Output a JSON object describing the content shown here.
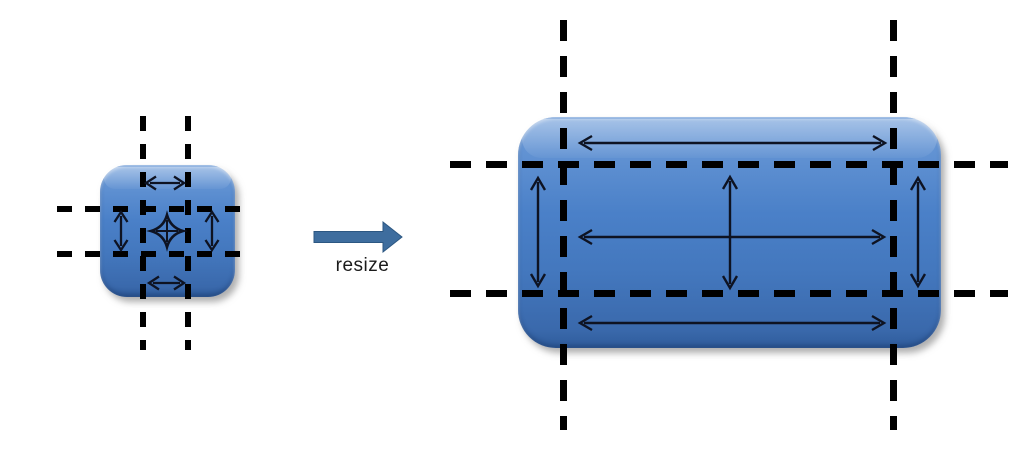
{
  "diagram": {
    "title_none_visible": "",
    "resize_label": "resize",
    "source_shape": {
      "kind": "rounded-square",
      "slice_guides": {
        "vertical": 2,
        "horizontal": 2
      },
      "stretch_icons": [
        "horizontal-stretch-arrow-top",
        "vertical-stretch-arrow-left",
        "omnidirectional-stretch-star-center",
        "vertical-stretch-arrow-right",
        "horizontal-stretch-arrow-bottom"
      ]
    },
    "result_shape": {
      "kind": "rounded-rectangle",
      "slice_guides": {
        "vertical": 2,
        "horizontal": 2
      },
      "stretch_icons": [
        "horizontal-stretch-arrow-top",
        "vertical-stretch-arrow-left",
        "horizontal-stretch-arrow-center",
        "vertical-stretch-arrow-center",
        "vertical-stretch-arrow-right",
        "horizontal-stretch-arrow-bottom"
      ]
    },
    "icons": {
      "horizontal_stretch": "↔",
      "vertical_stretch": "↕",
      "omnidirectional_stretch": "✦",
      "resize_arrow": "→"
    }
  },
  "colors": {
    "bg": "#ffffff",
    "shape_top": "#6f9dd9",
    "shape_mid": "#4a80c8",
    "shape_bot": "#3a69ac",
    "shape_edge": "#2f5c9b",
    "dash": "#000000",
    "arrow_stroke": "#0e1322",
    "resize_arrow": "#3e6d9e",
    "label": "#1a1a1a"
  }
}
